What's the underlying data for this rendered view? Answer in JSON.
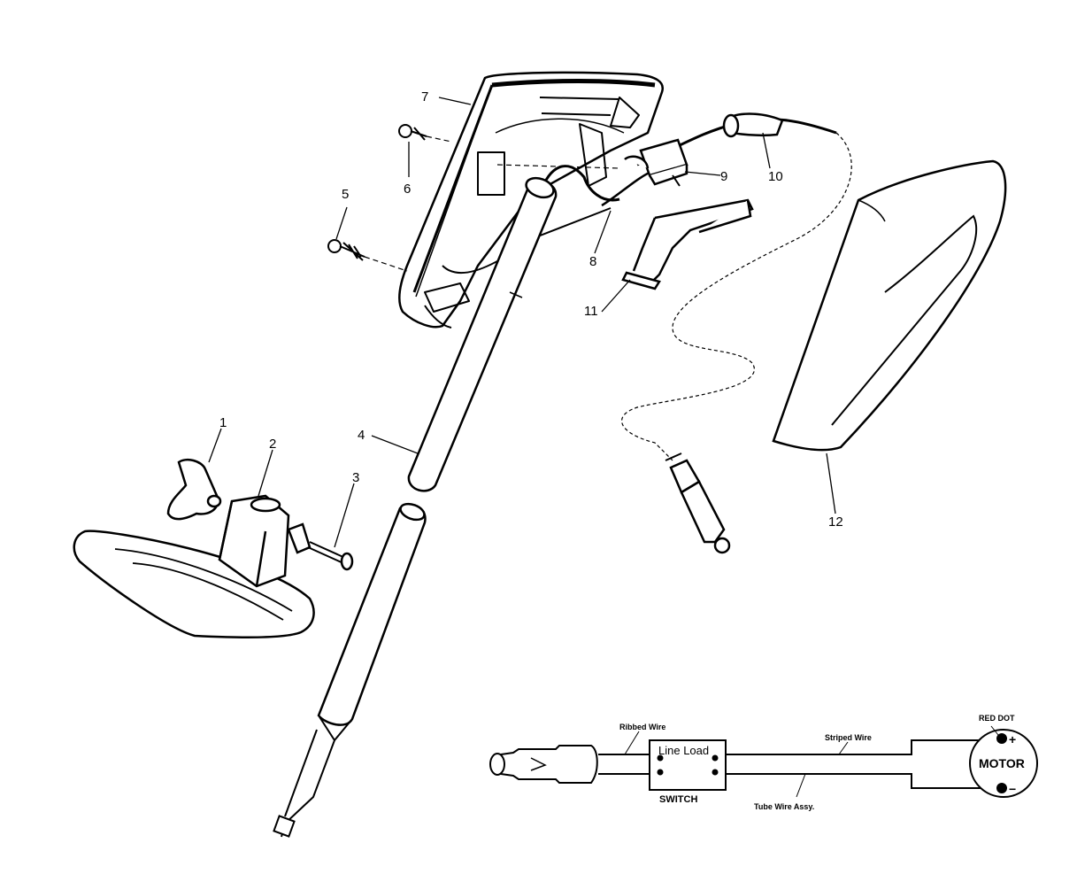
{
  "parts": {
    "p1": "1",
    "p2": "2",
    "p3": "3",
    "p4": "4",
    "p5": "5",
    "p6": "6",
    "p7": "7",
    "p8": "8",
    "p9": "9",
    "p10": "10",
    "p11": "11",
    "p12": "12"
  },
  "wiring": {
    "ribbed_wire": "Ribbed Wire",
    "line_load": "Line Load",
    "switch": "SWITCH",
    "striped_wire": "Striped Wire",
    "tube_wire_assy": "Tube Wire Assy.",
    "red_dot": "RED DOT",
    "motor": "MOTOR",
    "plus": "+",
    "minus": "−"
  }
}
